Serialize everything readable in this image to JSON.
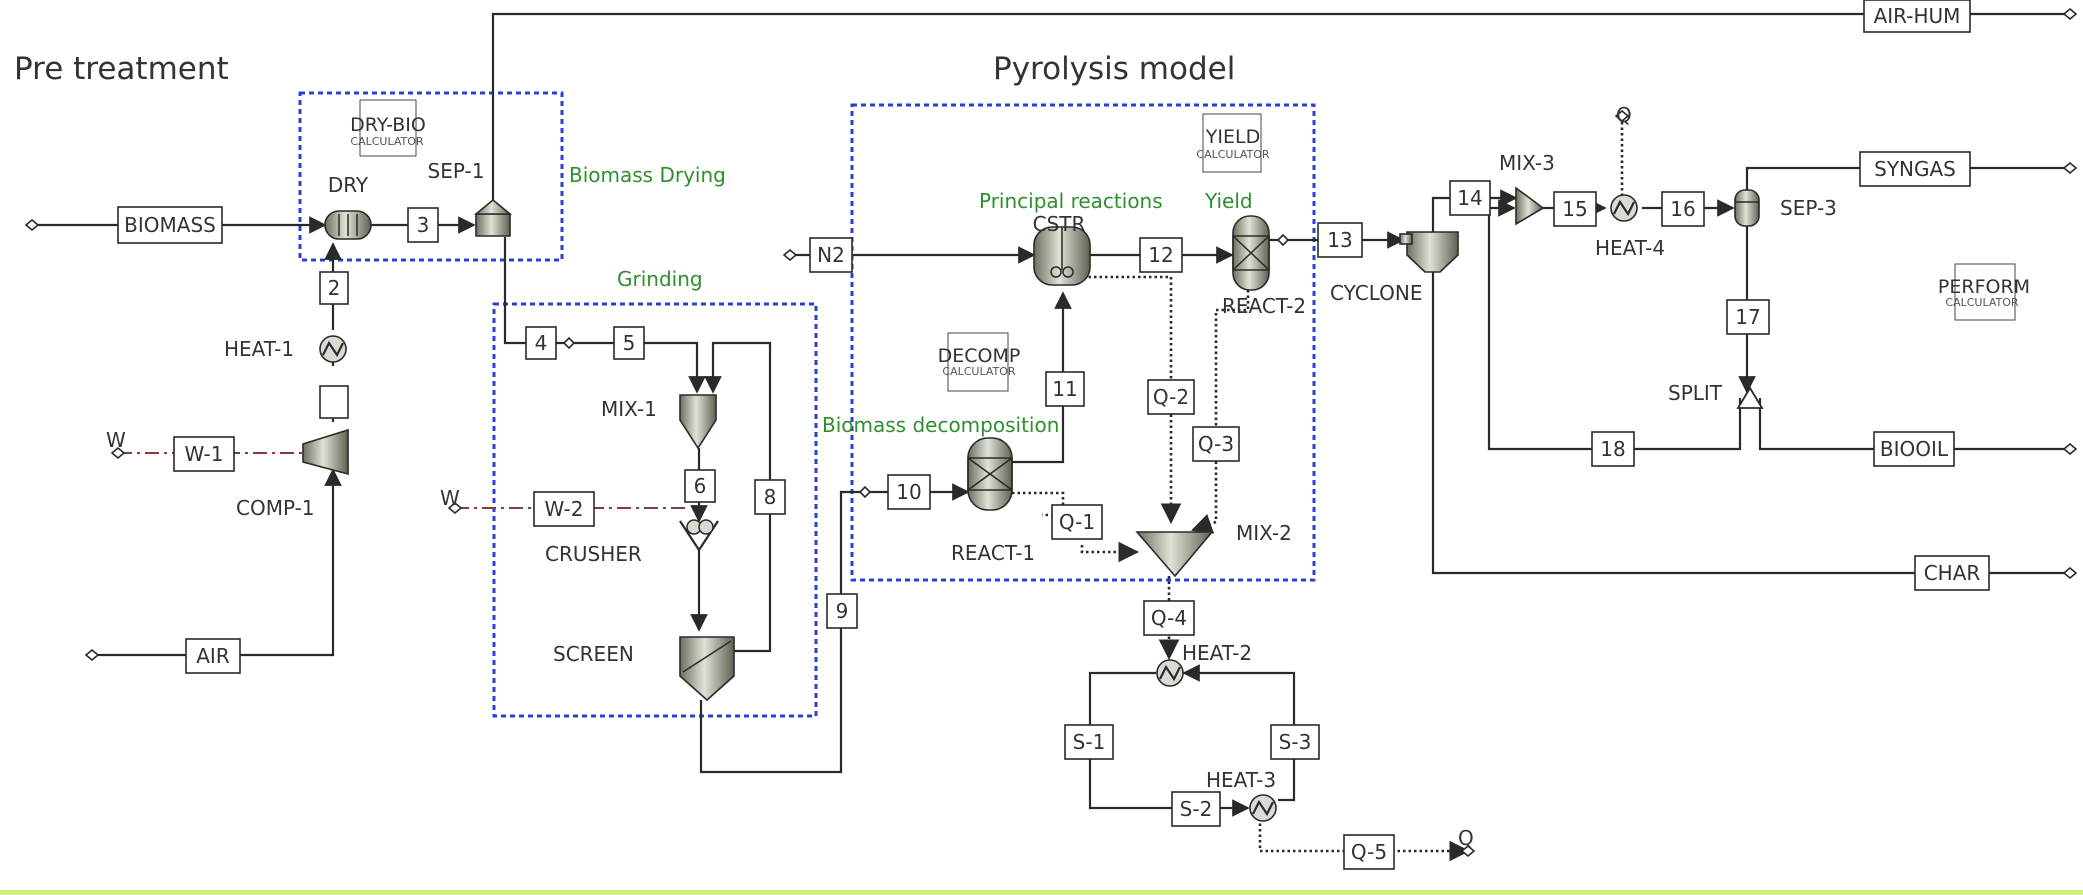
{
  "sections": {
    "pretreatment": "Pre treatment",
    "pyrolysis": "Pyrolysis model"
  },
  "annotations": {
    "biomass_drying": "Biomass Drying",
    "grinding": "Grinding",
    "principal_reactions": "Principal reactions",
    "yield": "Yield",
    "biomass_decomposition": "Biomass decomposition"
  },
  "calculators": {
    "dry_bio": {
      "name": "DRY-BIO",
      "type": "CALCULATOR"
    },
    "yield": {
      "name": "YIELD",
      "type": "CALCULATOR"
    },
    "decomp": {
      "name": "DECOMP",
      "type": "CALCULATOR"
    },
    "perform": {
      "name": "PERFORM",
      "type": "CALCULATOR"
    }
  },
  "blocks": {
    "dry": "DRY",
    "sep1": "SEP-1",
    "heat1": "HEAT-1",
    "comp1": "COMP-1",
    "mix1": "MIX-1",
    "crusher": "CRUSHER",
    "screen": "SCREEN",
    "cstr": "CSTR",
    "react1": "REACT-1",
    "react2": "REACT-2",
    "mix2": "MIX-2",
    "heat2": "HEAT-2",
    "heat3": "HEAT-3",
    "cyclone": "CYCLONE",
    "mix3": "MIX-3",
    "heat4": "HEAT-4",
    "sep3": "SEP-3",
    "split": "SPLIT",
    "w_left": "W",
    "w_mid": "W",
    "q_top": "Q",
    "q_bottom": "Q"
  },
  "streams": {
    "biomass": "BIOMASS",
    "air": "AIR",
    "air_hum": "AIR-HUM",
    "w1": "W-1",
    "w2": "W-2",
    "s2": "2",
    "s3": "3",
    "s4": "4",
    "s5": "5",
    "s6": "6",
    "s8": "8",
    "s9": "9",
    "s10": "10",
    "s11": "11",
    "s12": "12",
    "s13": "13",
    "s14": "14",
    "s15": "15",
    "s16": "16",
    "s17": "17",
    "s18": "18",
    "n2": "N2",
    "q1": "Q-1",
    "q2": "Q-2",
    "q3": "Q-3",
    "q4": "Q-4",
    "q5": "Q-5",
    "sa": "S-1",
    "sb": "S-2",
    "sc": "S-3",
    "syngas": "SYNGAS",
    "biooil": "BIOOIL",
    "char": "CHAR"
  },
  "colors": {
    "section_border": "#2b3fd6",
    "annotation_text": "#2f8f2f",
    "work_stream": "#8a3a3a",
    "footer_band": "#d4ec8a"
  }
}
